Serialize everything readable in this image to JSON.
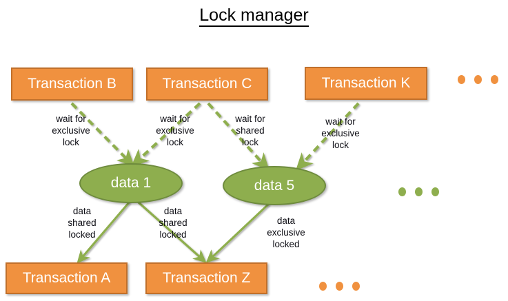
{
  "title": "Lock manager",
  "colors": {
    "transaction_fill": "#F0913F",
    "transaction_border": "#C1702B",
    "data_fill": "#8EAE4E",
    "data_border": "#6E8B3D",
    "arrow": "#8EAE4E",
    "label_text": "#0D0D14",
    "background": "#FFFFFF"
  },
  "nodes": {
    "transactions_top": [
      {
        "id": "tx-b",
        "label": "Transaction B"
      },
      {
        "id": "tx-c",
        "label": "Transaction C"
      },
      {
        "id": "tx-k",
        "label": "Transaction K"
      }
    ],
    "data_items": [
      {
        "id": "data-1",
        "label": "data 1"
      },
      {
        "id": "data-5",
        "label": "data 5"
      }
    ],
    "transactions_bottom": [
      {
        "id": "tx-a",
        "label": "Transaction A"
      },
      {
        "id": "tx-z",
        "label": "Transaction Z"
      }
    ]
  },
  "edges": {
    "wait_edges": [
      {
        "id": "b-to-data1",
        "from": "Transaction B",
        "to": "data 1",
        "label": "wait for\nexclusive\nlock",
        "style": "dashed"
      },
      {
        "id": "c-to-data1",
        "from": "Transaction C",
        "to": "data 1",
        "label": "wait for\nexclusive\nlock",
        "style": "dashed"
      },
      {
        "id": "c-to-data5",
        "from": "Transaction C",
        "to": "data 5",
        "label": "wait for\nshared\nlock",
        "style": "dashed"
      },
      {
        "id": "k-to-data5",
        "from": "Transaction K",
        "to": "data 5",
        "label": "wait for\nexclusive\nlock",
        "style": "dashed"
      }
    ],
    "locked_edges": [
      {
        "id": "data1-to-txz",
        "from": "data 1",
        "to": "Transaction Z",
        "label": "data\nshared\nlocked",
        "style": "solid"
      },
      {
        "id": "data1-to-txa",
        "from": "data 1",
        "to": "Transaction A",
        "label": "data\nshared\nlocked",
        "style": "solid"
      },
      {
        "id": "data5-to-txz",
        "from": "data 5",
        "to": "Transaction Z",
        "label": "data\nexclusive\nlocked",
        "style": "solid"
      }
    ]
  },
  "ellipsis_groups": [
    {
      "id": "ellipsis-transactions-top",
      "color": "orange",
      "count": 3
    },
    {
      "id": "ellipsis-data-items",
      "color": "green",
      "count": 3
    },
    {
      "id": "ellipsis-transactions-bottom",
      "color": "orange",
      "count": 3
    }
  ]
}
